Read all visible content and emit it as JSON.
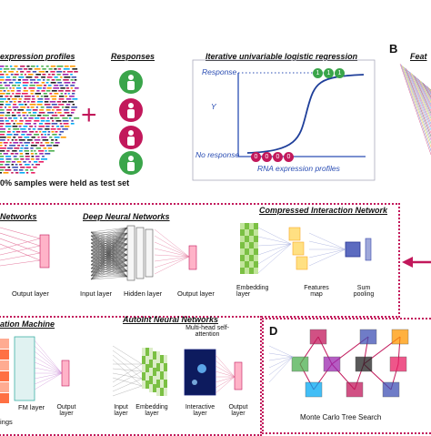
{
  "panel_a": {
    "expression_title": "expression profiles",
    "responses_title": "Responses",
    "regression_title": "Iterative univariable logistic regression",
    "y_axis_label": "Y",
    "response_label": "Response",
    "no_response_label": "No response",
    "x_axis_label": "RNA expression profiles",
    "plus_sign": "+",
    "test_set_note": "0% samples were held as test set",
    "response_marker_labels": [
      "1",
      "1",
      "1"
    ],
    "no_response_marker_labels": [
      "0",
      "0",
      "0",
      "0"
    ]
  },
  "panel_b": {
    "letter": "B",
    "title_fragment": "Feat"
  },
  "panel_c": {
    "networks_title": "Networks",
    "output_layer_left": "Output layer",
    "dnn_title": "Deep Neural Networks",
    "dnn_input_layer": "Input layer",
    "dnn_hidden_layer": "Hidden layer",
    "dnn_output_layer": "Output layer",
    "cin_title": "Compressed Interaction Network",
    "cin_embedding_layer": "Embedding layer",
    "cin_features_map": "Features map",
    "cin_sum_pooling": "Sum pooling",
    "fm_title": "ation Machine",
    "fm_layer": "FM layer",
    "fm_output_layer": "Output layer",
    "fm_embeddings": "ings",
    "autoint_title": "AutoInt Neural Networks",
    "autoint_input_layer": "Input layer",
    "autoint_embedding_layer": "Embedding layer",
    "autoint_attention": "Multi-head self-attention",
    "autoint_interactive_layer": "Interactive layer",
    "autoint_output_layer": "Output layer"
  },
  "panel_d": {
    "letter": "D",
    "mcts_label": "Monte Carlo Tree Search"
  },
  "colors": {
    "accent_pink": "#c2185b",
    "response_green": "#3aa54a",
    "no_response_magenta": "#c2185b",
    "curve_blue": "#1f3f9a",
    "axis_blue": "#2a4db3"
  }
}
